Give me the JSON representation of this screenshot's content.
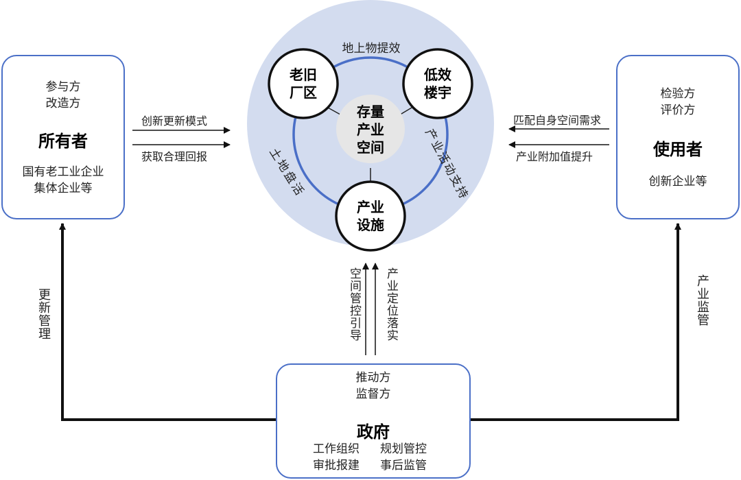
{
  "owner": {
    "role1": "参与方",
    "role2": "改造方",
    "title": "所有者",
    "desc1": "国有老工业企业",
    "desc2": "集体企业等"
  },
  "user": {
    "role1": "检验方",
    "role2": "评价方",
    "title": "使用者",
    "desc1": "创新企业等"
  },
  "government": {
    "role1": "推动方",
    "role2": "监督方",
    "title": "政府",
    "task1": "工作组织",
    "task2": "规划管控",
    "task3": "审批报建",
    "task4": "事后监管"
  },
  "center": {
    "core_line1": "存量",
    "core_line2": "产业",
    "core_line3": "空间",
    "node_top_left_1": "老旧",
    "node_top_left_2": "厂区",
    "node_top_right_1": "低效",
    "node_top_right_2": "楼宇",
    "node_bottom_1": "产业",
    "node_bottom_2": "设施",
    "arc_top": "地上物提效",
    "arc_left": "土地盘活",
    "arc_right": "产业活动支持"
  },
  "arrows": {
    "owner_to_center_1": "创新更新模式",
    "owner_to_center_2": "获取合理回报",
    "user_to_center_1": "匹配自身空间需求",
    "user_to_center_2": "产业附加值提升",
    "gov_up_1": "空间管控引导",
    "gov_up_2": "产业定位落实",
    "left_vertical": "更新管理",
    "right_vertical": "产业监管"
  },
  "colors": {
    "box_border": "#4a6fc7",
    "disc_fill": "#d3dcef",
    "ring_stroke": "#4a6fc7",
    "core_fill": "#e6e6e6"
  }
}
